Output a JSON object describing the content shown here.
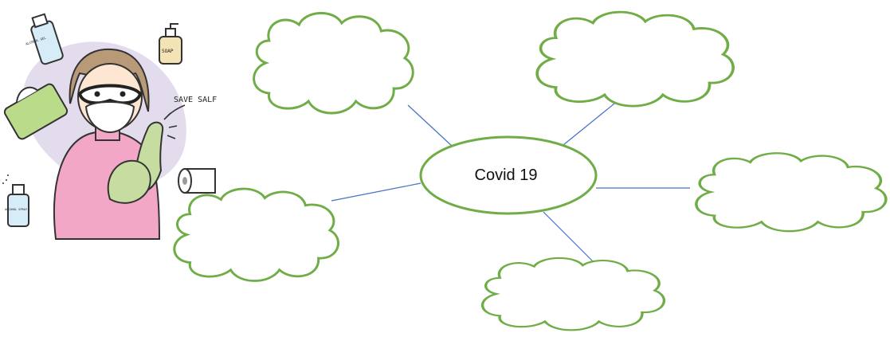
{
  "center_topic": "Covid 19",
  "illustration": {
    "caption": "SAVE SALF",
    "bottle_labels": [
      "ALCOHOL GEL",
      "SOAP",
      "ALCOHOL SPRAY"
    ]
  },
  "colors": {
    "node_outline": "#70ad47",
    "connector": "#4472c4",
    "illustration_background": "#e3dcec",
    "sweater": "#f2a7c6",
    "gloves": "#c6dca0"
  },
  "branches": [
    {
      "id": "top-left",
      "text": ""
    },
    {
      "id": "top-right",
      "text": ""
    },
    {
      "id": "right",
      "text": ""
    },
    {
      "id": "bottom",
      "text": ""
    },
    {
      "id": "left",
      "text": ""
    }
  ]
}
